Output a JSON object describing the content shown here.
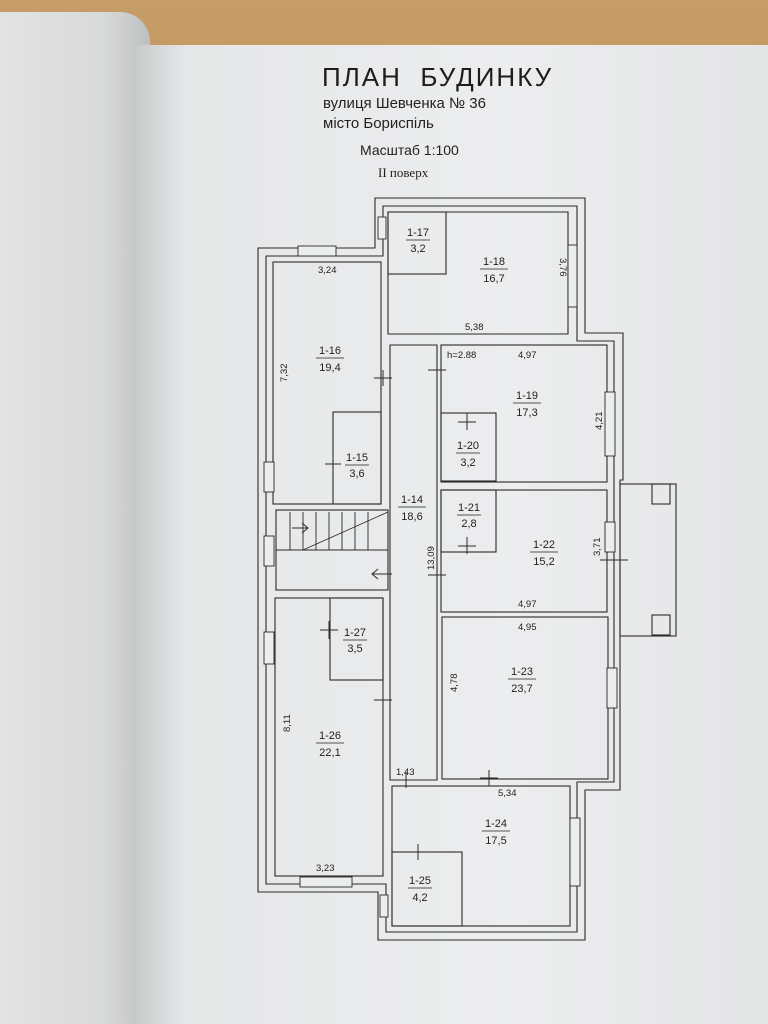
{
  "header": {
    "title": "ПЛАН  БУДИНКУ",
    "street": "вулиця Шевченка № 36",
    "city": "місто Бориспіль",
    "scale": "Масштаб  1:100",
    "floor": "II поверх"
  },
  "rooms": [
    {
      "id": "1-17",
      "area": "3,2"
    },
    {
      "id": "1-18",
      "area": "16,7"
    },
    {
      "id": "1-16",
      "area": "19,4"
    },
    {
      "id": "1-15",
      "area": "3,6"
    },
    {
      "id": "1-19",
      "area": "17,3"
    },
    {
      "id": "1-20",
      "area": "3,2"
    },
    {
      "id": "1-14",
      "area": "18,6"
    },
    {
      "id": "1-21",
      "area": "2,8"
    },
    {
      "id": "1-22",
      "area": "15,2"
    },
    {
      "id": "1-27",
      "area": "3,5"
    },
    {
      "id": "1-23",
      "area": "23,7"
    },
    {
      "id": "1-26",
      "area": "22,1"
    },
    {
      "id": "1-24",
      "area": "17,5"
    },
    {
      "id": "1-25",
      "area": "4,2"
    }
  ],
  "dimensions": {
    "d324": "3,24",
    "d376": "3,76",
    "d538": "5,38",
    "height": "h=2.88",
    "d497a": "4,97",
    "d732": "7,32",
    "d421": "4,21",
    "d1309": "13,09",
    "d371": "3,71",
    "d497b": "4,97",
    "d495": "4,95",
    "d478": "4,78",
    "d811": "8,11",
    "d143": "1,43",
    "d534": "5,34",
    "d323": "3,23"
  }
}
